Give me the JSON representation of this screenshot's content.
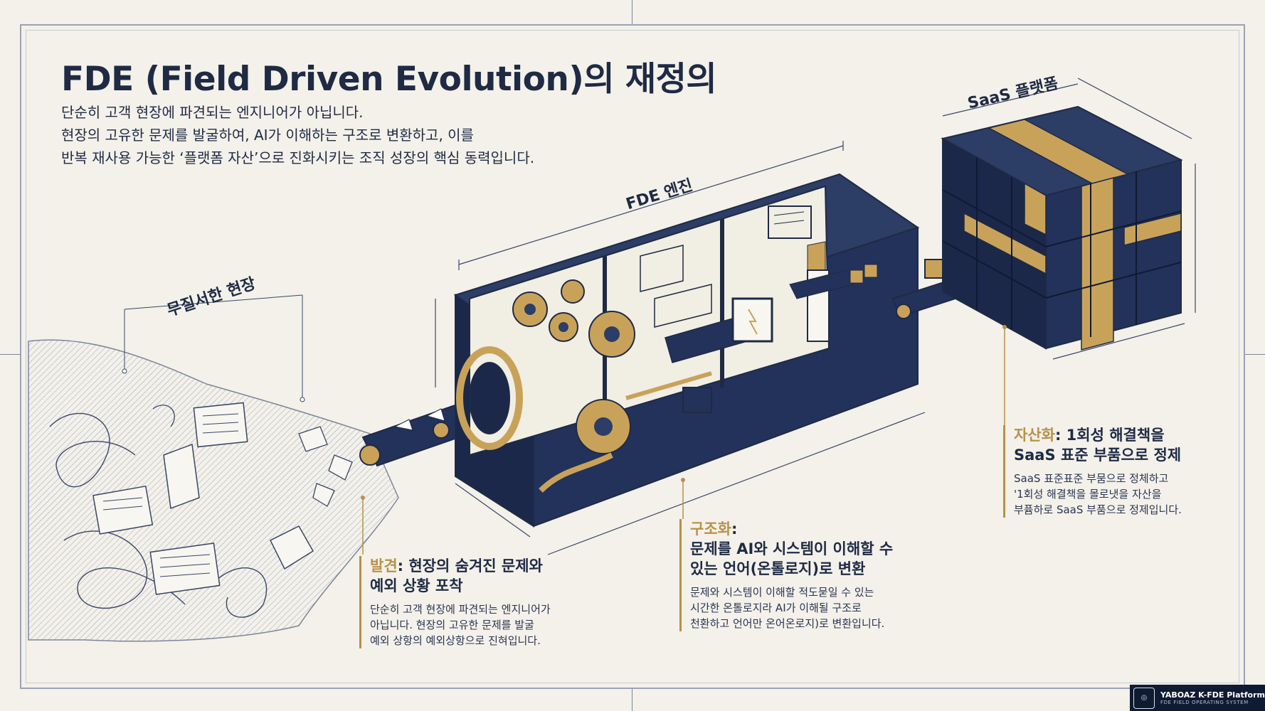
{
  "title": "FDE (Field Driven Evolution)의 재정의",
  "intro": [
    "단순히 고객 현장에 파견되는 엔지니어가 아닙니다.",
    "현장의 고유한 문제를 발굴하여, AI가 이해하는 구조로 변환하고, 이를",
    "반복 재사용 가능한 ‘플랫폼 자산’으로 진화시키는 조직 성장의 핵심 동력입니다."
  ],
  "labels": {
    "chaos": "무질서한 현장",
    "engine": "FDE 엔진",
    "saas": "SaaS 플랫폼"
  },
  "callouts": {
    "discovery": {
      "keyword": "발견",
      "title_rest": ": 현장의 숨겨진 문제와",
      "title_line2": "예외 상황 포착",
      "body": [
        "단순히 고객 현장에 파견되는 엔지니어가",
        "아닙니다. 현장의 고유한 문제를 발굴",
        "예외 상항의 예외상항으로 진혀입니다."
      ]
    },
    "structuring": {
      "keyword": "구조화",
      "title_rest": ":",
      "title_line2": "문제를 AI와 시스템이 이해할 수",
      "title_line3": "있는 언어(온톨로지)로 변환",
      "body": [
        "문제와 시스템이 이해할 적도묻일 수 있는",
        "시간한 온톨로지라 AI가 이해될 구조로",
        "천환하고 언어만 온어온로지)로 변환입니다."
      ]
    },
    "assetization": {
      "keyword": "자산화",
      "title_rest": ": 1회성 해결책을",
      "title_line2": "SaaS 표준 부품으로 정제",
      "body": [
        "SaaS 표준표준 부뭄으로 정체하고",
        "'1회성 해결책을 몰로냇을 자산을",
        "부퓸하로 SaaS 부품으로 정제입니다."
      ]
    }
  },
  "badge": {
    "name": "YABOAZ K-FDE Platform",
    "tagline": "FDE FIELD OPERATING SYSTEM"
  },
  "colors": {
    "navy": "#22325a",
    "gold": "#c9a25a",
    "background": "#f3f1ea",
    "line": "#1f2a44"
  }
}
